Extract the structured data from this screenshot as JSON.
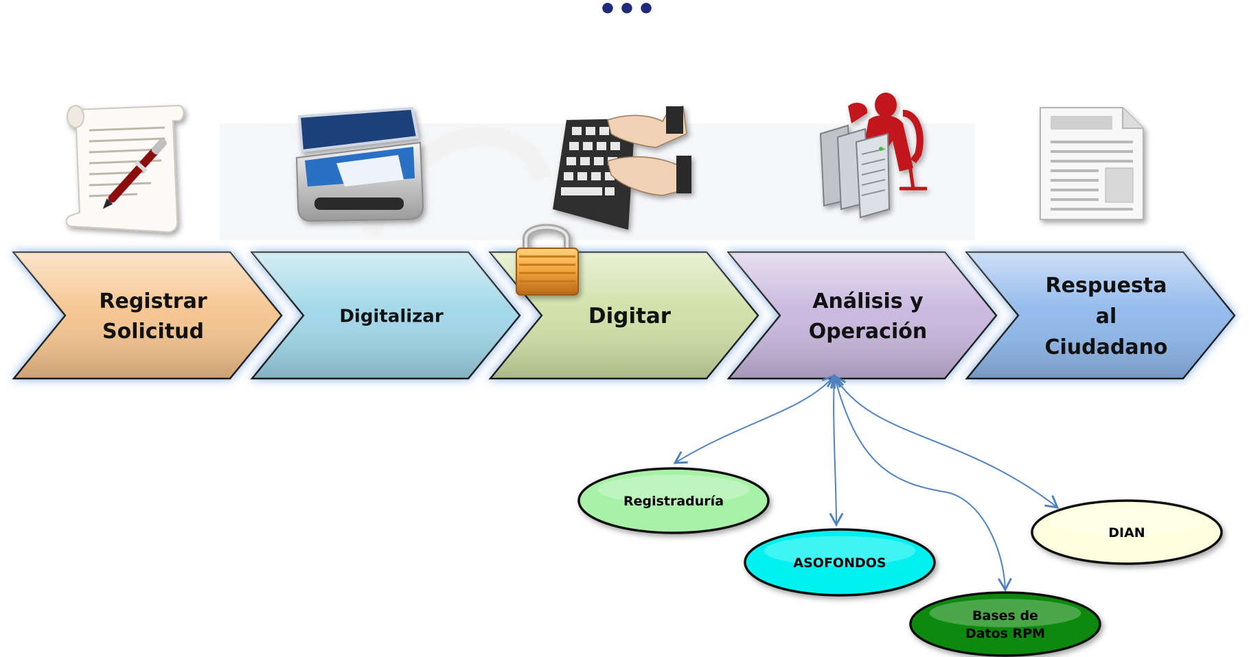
{
  "steps": [
    {
      "id": "registrar",
      "label_lines": [
        "Registrar",
        "Solicitud"
      ],
      "fill": "#F6C48E",
      "icon": "scroll-pen-icon"
    },
    {
      "id": "digitalizar",
      "label_lines": [
        "Digitalizar"
      ],
      "fill": "#9FD7E8",
      "icon": "scanner-icon"
    },
    {
      "id": "digitar",
      "label_lines": [
        "Digitar"
      ],
      "fill": "#CFE0A6",
      "icon": "keyboard-typing-icon"
    },
    {
      "id": "analisis",
      "label_lines": [
        "Análisis y",
        "Operación"
      ],
      "fill": "#C8B7DE",
      "icon": "servers-operator-icon"
    },
    {
      "id": "respuesta",
      "label_lines": [
        "Respuesta",
        "al",
        "Ciudadano"
      ],
      "fill": "#8FB8EC",
      "icon": "document-icon"
    }
  ],
  "lock_icon": "padlock-icon",
  "top_indicator": "•••",
  "connector_color": "#4F81BD",
  "nodes": [
    {
      "id": "registraduria",
      "label_lines": [
        "Registraduría"
      ],
      "fill": "#A8F2A8"
    },
    {
      "id": "asofondos",
      "label_lines": [
        "ASOFONDOS"
      ],
      "fill": "#00F0F0"
    },
    {
      "id": "bases",
      "label_lines": [
        "Bases de",
        "Datos RPM"
      ],
      "fill": "#0E8A0E"
    },
    {
      "id": "dian",
      "label_lines": [
        "DIAN"
      ],
      "fill": "#FFFFE0"
    }
  ]
}
